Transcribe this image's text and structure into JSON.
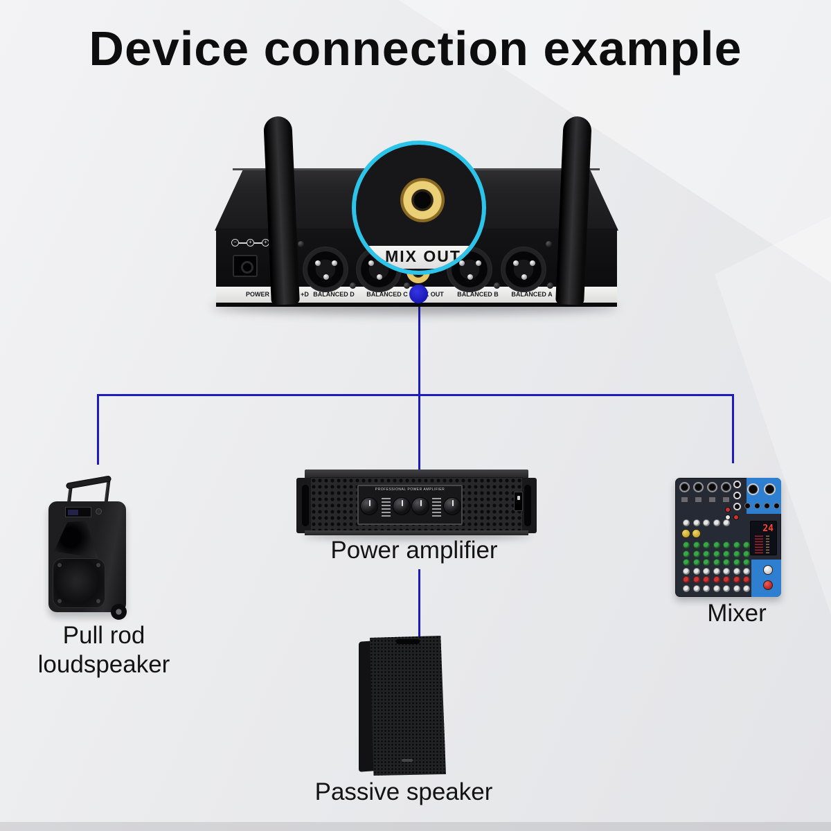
{
  "title": "Device connection example",
  "receiver": {
    "inset_label": "MIX OUT",
    "port_labels": [
      "POWER",
      "+D",
      "BALANCED D",
      "BALANCED C",
      "MIX OUT",
      "BALANCED B",
      "BALANCED A",
      "A"
    ]
  },
  "amplifier": {
    "label": "Power amplifier",
    "panel_text": "PROFESSIONAL POWER AMPLIFIER"
  },
  "mixer": {
    "label": "Mixer",
    "display_value": "24"
  },
  "pull_rod_speaker": {
    "label_line1": "Pull rod",
    "label_line2": "loudspeaker"
  },
  "passive_speaker": {
    "label": "Passive speaker"
  },
  "colors": {
    "connector_blue": "#1b1bc0",
    "highlight_cyan": "#2cc4e9",
    "jack_gold": "#e7c765",
    "mixer_blue": "#2e7fd0"
  }
}
